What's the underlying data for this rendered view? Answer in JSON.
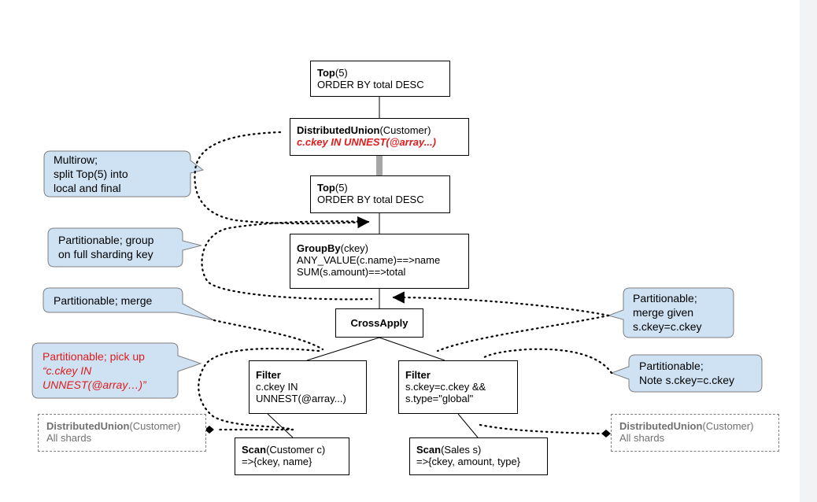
{
  "colors": {
    "callout_fill": "#cfe2f3",
    "callout_stroke": "#7f7f7f",
    "highlight_text": "#e01b1b",
    "union_link": "#a6a6a6",
    "dashed_text": "#707070"
  },
  "nodes": {
    "top_final": {
      "title": "Top",
      "args": "(5)",
      "line1": "ORDER BY total DESC"
    },
    "distributed_union": {
      "title": "DistributedUnion",
      "args": "(Customer)",
      "line1": "c.ckey IN UNNEST(@array...)"
    },
    "top_local": {
      "title": "Top",
      "args": "(5)",
      "line1": "ORDER BY total DESC"
    },
    "group_by": {
      "title": "GroupBy",
      "args": "(ckey)",
      "line1": "ANY_VALUE(c.name)==>name",
      "line2": "SUM(s.amount)==>total"
    },
    "cross_apply": {
      "title": "CrossApply"
    },
    "filter_customer": {
      "title": "Filter",
      "line1": "c.ckey IN",
      "line2": "UNNEST(@array...)"
    },
    "filter_sales": {
      "title": "Filter",
      "line1": "s.ckey=c.ckey &&",
      "line2": "s.type=\"global\""
    },
    "scan_customer": {
      "title": "Scan",
      "args": "(Customer c)",
      "line1": "=>{ckey, name}"
    },
    "scan_sales": {
      "title": "Scan",
      "args": "(Sales s)",
      "line1": "=>{ckey, amount, type}"
    },
    "shards_left": {
      "title": "DistributedUnion",
      "args": "(Customer)",
      "line1": "All shards"
    },
    "shards_right": {
      "title": "DistributedUnion",
      "args": "(Customer)",
      "line1": "All shards"
    }
  },
  "callouts": {
    "multirow": {
      "line1": "Multirow;",
      "line2": "split Top(5) into",
      "line3": "local and final"
    },
    "group_full_key": {
      "line1": "Partitionable; group",
      "line2": "on full sharding key"
    },
    "merge_left": {
      "line1": "Partitionable; merge"
    },
    "merge_given": {
      "line1": "Partitionable;",
      "line2": "merge given",
      "line3": "s.ckey=c.ckey"
    },
    "pick_up": {
      "line1": "Partitionable; pick up",
      "line2": "“c.ckey IN",
      "line3": "UNNEST(@array…)”"
    },
    "note_ckey": {
      "line1": "Partitionable;",
      "line2": "Note s.ckey=c.ckey"
    }
  }
}
